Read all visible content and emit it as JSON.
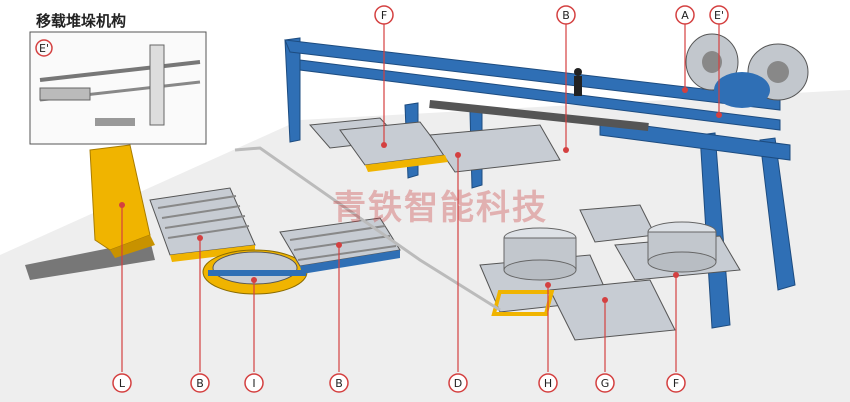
{
  "inset": {
    "title": "移载堆垛机构",
    "tag": "E'"
  },
  "watermark": {
    "text": "青铁智能科技",
    "color": "#c84040"
  },
  "callouts": [
    {
      "id": "top-F",
      "label": "F"
    },
    {
      "id": "top-B",
      "label": "B"
    },
    {
      "id": "top-A",
      "label": "A"
    },
    {
      "id": "top-E",
      "label": "E'"
    },
    {
      "id": "bot-L",
      "label": "L"
    },
    {
      "id": "bot-B1",
      "label": "B"
    },
    {
      "id": "bot-I",
      "label": "I"
    },
    {
      "id": "bot-B2",
      "label": "B"
    },
    {
      "id": "bot-D",
      "label": "D"
    },
    {
      "id": "bot-H",
      "label": "H"
    },
    {
      "id": "bot-G",
      "label": "G"
    },
    {
      "id": "bot-F",
      "label": "F"
    }
  ],
  "colors": {
    "frame": "#2f6fb5",
    "conveyor": "#c7ccd3",
    "rail_yellow": "#f0b400",
    "callout": "#d44040",
    "floor": "#ececec"
  }
}
